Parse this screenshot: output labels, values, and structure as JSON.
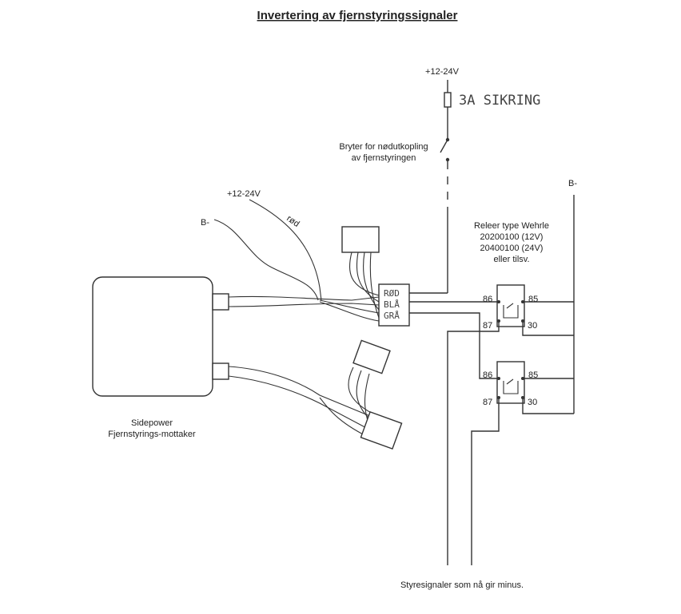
{
  "title": "Invertering av fjernstyringssignaler",
  "supply_top": "+12-24V",
  "fuse_label": "3A SIKRING",
  "switch_label_1": "Bryter for nødutkopling",
  "switch_label_2": "av fjernstyringen",
  "supply_left": "+12-24V",
  "ground_left": "B-",
  "ground_right": "B-",
  "wire_red": "rød",
  "connector_labels": [
    "RØD",
    "BLÅ",
    "GRÅ"
  ],
  "relay_info": [
    "Releer type Wehrle",
    "20200100 (12V)",
    "20400100 (24V)",
    "eller tilsv."
  ],
  "relay_pins": [
    "86",
    "85",
    "87",
    "30"
  ],
  "receiver_label_1": "Sidepower",
  "receiver_label_2": "Fjernstyrings-mottaker",
  "bottom_note": "Styresignaler som nå gir minus."
}
